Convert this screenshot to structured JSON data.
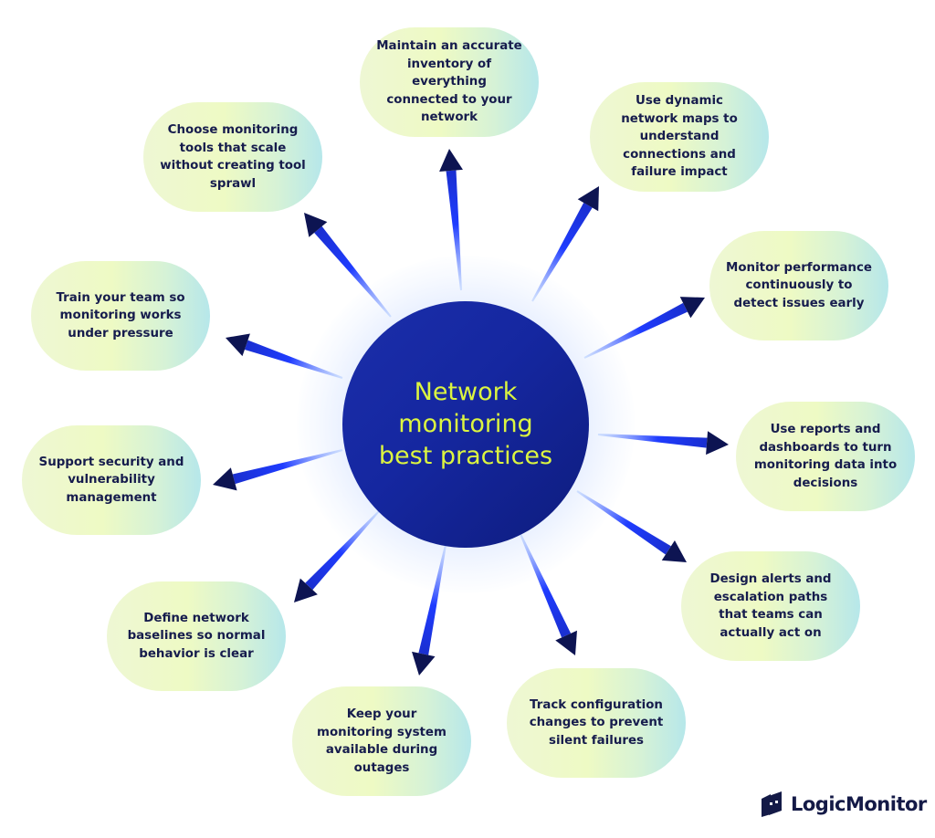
{
  "diagram": {
    "center": {
      "title": "Network monitoring best practices"
    },
    "practices": [
      {
        "id": "inventory",
        "label": "Maintain an accurate inventory of everything connected to your network",
        "direction": "up"
      },
      {
        "id": "maps",
        "label": "Use dynamic network maps to understand connections and failure impact",
        "direction": "up-right"
      },
      {
        "id": "performance",
        "label": "Monitor performance continuously to detect issues early",
        "direction": "right-up"
      },
      {
        "id": "reports",
        "label": "Use reports and dashboards to turn monitoring data into decisions",
        "direction": "right"
      },
      {
        "id": "alerts",
        "label": "Design alerts and escalation paths that teams can actually act on",
        "direction": "right-down"
      },
      {
        "id": "config",
        "label": "Track configuration changes to prevent silent failures",
        "direction": "down-right"
      },
      {
        "id": "availability",
        "label": "Keep your monitoring system available during outages",
        "direction": "down"
      },
      {
        "id": "baselines",
        "label": "Define network baselines so normal behavior is clear",
        "direction": "down-left"
      },
      {
        "id": "security",
        "label": "Support security and vulnerability management",
        "direction": "left"
      },
      {
        "id": "training",
        "label": "Train your team so monitoring works under pressure",
        "direction": "left-up"
      },
      {
        "id": "tools",
        "label": "Choose monitoring tools that scale without creating tool sprawl",
        "direction": "up-left"
      }
    ]
  },
  "brand": {
    "name": "LogicMonitor"
  },
  "colors": {
    "hub": "#1527a0",
    "hub_text": "#dcf540",
    "arrow_start": "#b9d2ff",
    "arrow_mid": "#1f3cff",
    "arrow_head": "#0d1452",
    "bubble_text": "#161c4d"
  }
}
